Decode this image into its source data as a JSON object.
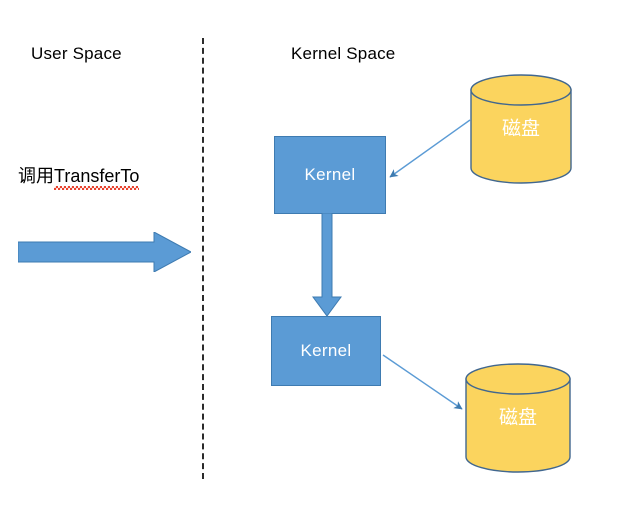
{
  "diagram": {
    "title_user_space": "User Space",
    "title_kernel_space": "Kernel Space",
    "call_label_cn": "调用",
    "call_label_en": "TransferTo",
    "kernel_box_top_label": "Kernel",
    "kernel_box_bottom_label": "Kernel",
    "disk_top_label": "磁盘",
    "disk_bottom_label": "磁盘",
    "colors": {
      "kernel_fill": "#5B9BD5",
      "kernel_border": "#3E7BB1",
      "disk_fill": "#FBD45E",
      "disk_border": "#41678F",
      "arrow_fill": "#5B9BD5",
      "connector_stroke": "#5B9BD5",
      "divider": "#2b2b2b",
      "spellcheck_underline": "#E8432F",
      "text": "#000000",
      "shape_text": "#FFFFFF"
    },
    "icons": {
      "transfer_arrow": "right-block-arrow-icon",
      "flow_arrow": "down-block-arrow-icon",
      "disk": "cylinder-disk-icon",
      "divider": "vertical-dashed-divider-icon",
      "connector_top": "arrow-disk-to-kernel-icon",
      "connector_bottom": "arrow-kernel-to-disk-icon"
    }
  }
}
